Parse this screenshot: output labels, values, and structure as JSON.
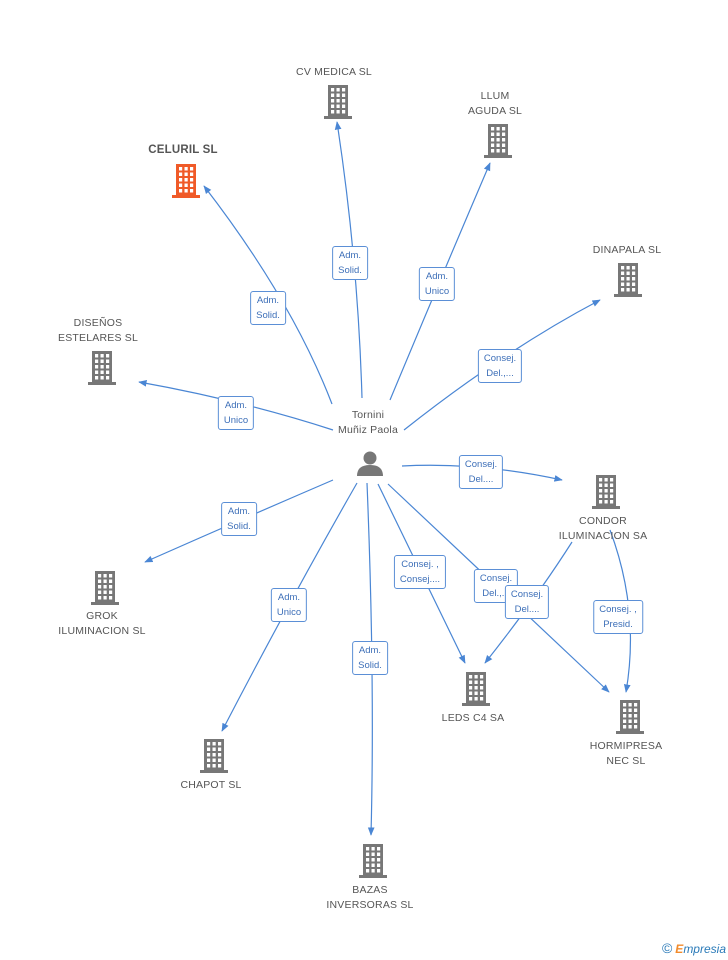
{
  "center": {
    "lines": [
      "Tornini",
      "Muñiz Paola"
    ]
  },
  "colors": {
    "building": "#777777",
    "highlight": "#f05a28",
    "edge": "#4a86d4",
    "person": "#777777"
  },
  "nodes": [
    {
      "id": "cv",
      "lines": [
        "CV MEDICA SL"
      ],
      "highlight": false
    },
    {
      "id": "llum",
      "lines": [
        "LLUM",
        "AGUDA SL"
      ],
      "highlight": false
    },
    {
      "id": "celuril",
      "lines": [
        "CELURIL SL"
      ],
      "highlight": true
    },
    {
      "id": "dinapala",
      "lines": [
        "DINAPALA SL"
      ],
      "highlight": false
    },
    {
      "id": "disenos",
      "lines": [
        "DISEÑOS",
        "ESTELARES SL"
      ],
      "highlight": false
    },
    {
      "id": "condor",
      "lines": [
        "CONDOR",
        "ILUMINACION SA"
      ],
      "highlight": false
    },
    {
      "id": "grok",
      "lines": [
        "GROK",
        "ILUMINACION SL"
      ],
      "highlight": false
    },
    {
      "id": "leds",
      "lines": [
        "LEDS C4 SA"
      ],
      "highlight": false
    },
    {
      "id": "hormi",
      "lines": [
        "HORMIPRESA",
        "NEC  SL"
      ],
      "highlight": false
    },
    {
      "id": "chapot",
      "lines": [
        "CHAPOT SL"
      ],
      "highlight": false
    },
    {
      "id": "bazas",
      "lines": [
        "BAZAS",
        "INVERSORAS SL"
      ],
      "highlight": false
    }
  ],
  "edges": [
    {
      "from": "person",
      "to": "cv",
      "lines": [
        "Adm.",
        "Solid."
      ]
    },
    {
      "from": "person",
      "to": "llum",
      "lines": [
        "Adm.",
        "Solid."
      ]
    },
    {
      "from": "person",
      "to": "celuril",
      "lines": [
        "Adm.",
        "Unico"
      ]
    },
    {
      "from": "person",
      "to": "dinapala",
      "lines": [
        "Consej.",
        "Del.,..."
      ]
    },
    {
      "from": "person",
      "to": "disenos",
      "lines": [
        "Adm.",
        "Unico"
      ]
    },
    {
      "from": "person",
      "to": "condor",
      "lines": [
        "Consej.",
        "Del...."
      ]
    },
    {
      "from": "person",
      "to": "grok",
      "lines": [
        "Adm.",
        "Solid."
      ]
    },
    {
      "from": "person",
      "to": "leds",
      "lines": [
        "Consej. ,",
        "Consej...."
      ]
    },
    {
      "from": "person",
      "to": "hormi",
      "lines": [
        "Consej.",
        "Del.,..."
      ]
    },
    {
      "from": "condor",
      "to": "leds",
      "lines": [
        "Consej.",
        "Del...."
      ]
    },
    {
      "from": "condor",
      "to": "hormi",
      "lines": [
        "Consej. ,",
        "Presid."
      ]
    },
    {
      "from": "person",
      "to": "chapot",
      "lines": [
        "Adm.",
        "Unico"
      ]
    },
    {
      "from": "person",
      "to": "bazas",
      "lines": [
        "Adm.",
        "Solid."
      ]
    }
  ],
  "footer": {
    "copyright": "©",
    "brand_first": "E",
    "brand_rest": "mpresia"
  }
}
